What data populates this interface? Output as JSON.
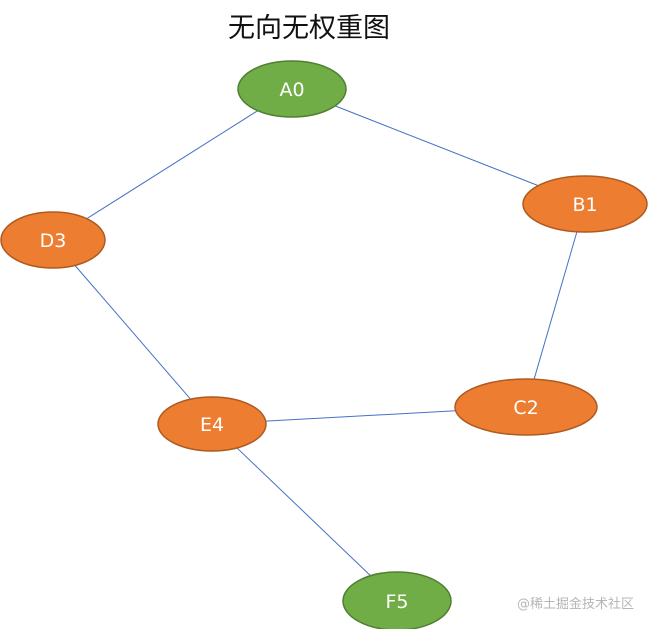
{
  "title": "无向无权重图",
  "watermark": "@稀土掘金技术社区",
  "colors": {
    "green_fill": "#70AD47",
    "green_stroke": "#507E32",
    "orange_fill": "#ED7D31",
    "orange_stroke": "#AE5A21",
    "edge": "#4472C4"
  },
  "nodes": [
    {
      "id": "A0",
      "label": "A0",
      "color": "green"
    },
    {
      "id": "B1",
      "label": "B1",
      "color": "orange"
    },
    {
      "id": "C2",
      "label": "C2",
      "color": "orange"
    },
    {
      "id": "D3",
      "label": "D3",
      "color": "orange"
    },
    {
      "id": "E4",
      "label": "E4",
      "color": "orange"
    },
    {
      "id": "F5",
      "label": "F5",
      "color": "green"
    }
  ],
  "edges": [
    {
      "from": "A0",
      "to": "D3"
    },
    {
      "from": "A0",
      "to": "B1"
    },
    {
      "from": "B1",
      "to": "C2"
    },
    {
      "from": "C2",
      "to": "E4"
    },
    {
      "from": "D3",
      "to": "E4"
    },
    {
      "from": "E4",
      "to": "F5"
    }
  ]
}
